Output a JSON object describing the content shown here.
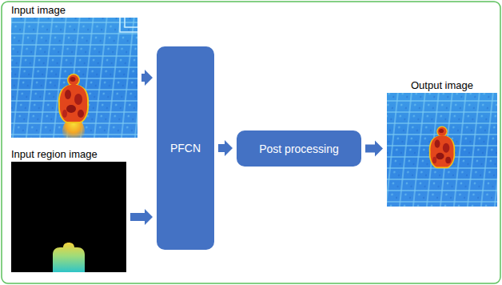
{
  "diagram": {
    "nodes": [
      {
        "text": [
          "Input image"
        ]
      },
      {
        "text": [
          "Input region image"
        ]
      },
      {
        "text": [
          "PFCN"
        ]
      },
      {
        "text": [
          "Post processing"
        ]
      },
      {
        "text": [
          "Output image"
        ]
      }
    ],
    "edges": [
      {
        "from": 0,
        "to": 2,
        "arrow": "to"
      },
      {
        "from": 1,
        "to": 2,
        "arrow": "to"
      },
      {
        "from": 2,
        "to": 3,
        "arrow": "to"
      },
      {
        "from": 3,
        "to": 4,
        "arrow": "to"
      }
    ]
  }
}
